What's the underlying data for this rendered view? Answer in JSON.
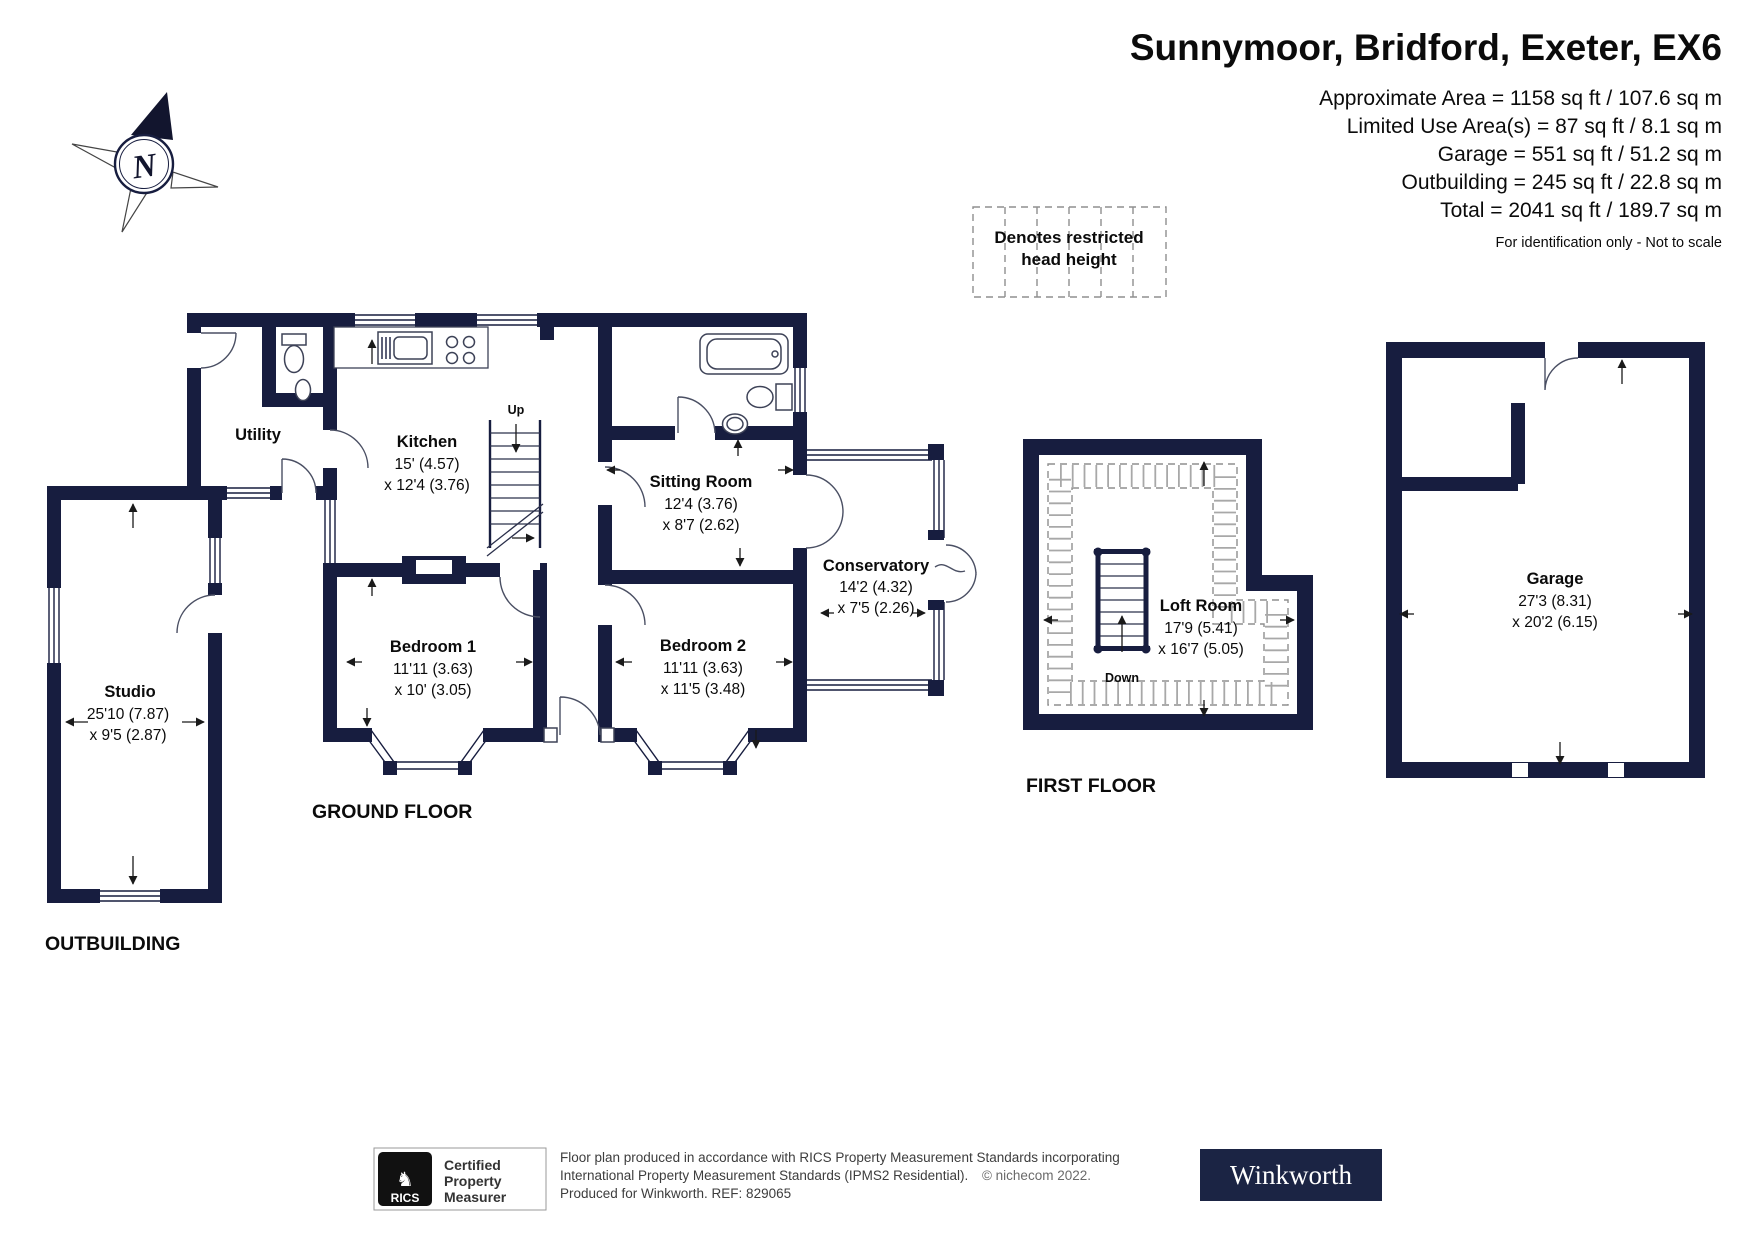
{
  "header": {
    "title": "Sunnymoor, Bridford, Exeter, EX6",
    "area_lines": [
      "Approximate Area = 1158 sq ft / 107.6 sq m",
      "Limited Use Area(s) = 87 sq ft / 8.1 sq m",
      "Garage = 551 sq ft / 51.2 sq m",
      "Outbuilding = 245 sq ft / 22.8 sq m",
      "Total = 2041 sq ft / 189.7 sq m"
    ],
    "note": "For identification only - Not to scale"
  },
  "legend": {
    "line1": "Denotes restricted",
    "line2": "head height"
  },
  "compass": {
    "label": "N"
  },
  "floor_labels": {
    "ground": "GROUND FLOOR",
    "first": "FIRST FLOOR",
    "outbuilding": "OUTBUILDING"
  },
  "stairs": {
    "up": "Up",
    "down": "Down"
  },
  "rooms": {
    "utility": {
      "name": "Utility"
    },
    "kitchen": {
      "name": "Kitchen",
      "dim1": "15' (4.57)",
      "dim2": "x 12'4 (3.76)"
    },
    "sitting_room": {
      "name": "Sitting Room",
      "dim1": "12'4 (3.76)",
      "dim2": "x 8'7 (2.62)"
    },
    "conservatory": {
      "name": "Conservatory",
      "dim1": "14'2 (4.32)",
      "dim2": "x 7'5 (2.26)"
    },
    "bedroom1": {
      "name": "Bedroom 1",
      "dim1": "11'11 (3.63)",
      "dim2": "x 10' (3.05)"
    },
    "bedroom2": {
      "name": "Bedroom 2",
      "dim1": "11'11 (3.63)",
      "dim2": "x 11'5 (3.48)"
    },
    "studio": {
      "name": "Studio",
      "dim1": "25'10 (7.87)",
      "dim2": "x 9'5 (2.87)"
    },
    "loft_room": {
      "name": "Loft Room",
      "dim1": "17'9 (5.41)",
      "dim2": "x 16'7 (5.05)"
    },
    "garage": {
      "name": "Garage",
      "dim1": "27'3 (8.31)",
      "dim2": "x 20'2 (6.15)"
    }
  },
  "footer": {
    "rics_brand": "RICS",
    "cert1": "Certified",
    "cert2": "Property",
    "cert3": "Measurer",
    "disclaimer1": "Floor plan produced in accordance with RICS Property Measurement Standards incorporating",
    "disclaimer2": "International Property Measurement Standards (IPMS2 Residential).",
    "copyright": "© nichecom 2022.",
    "disclaimer3": "Produced for Winkworth.   REF: 829065",
    "brand": "Winkworth"
  },
  "colors": {
    "wall": "#171d3f",
    "dash": "#8f8f8f",
    "brand_bg": "#1b2444"
  }
}
